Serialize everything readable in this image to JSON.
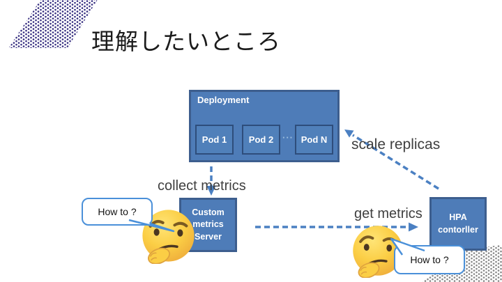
{
  "slide": {
    "title": "理解したいところ"
  },
  "diagram": {
    "deployment_box": {
      "label": "Deployment",
      "pods": [
        {
          "label": "Pod 1"
        },
        {
          "label": "Pod 2"
        },
        {
          "label": "Pod N"
        }
      ],
      "ellipsis": "···"
    },
    "custom_metrics_box": {
      "label": "Custom\nmetrics\nServer"
    },
    "hpa_box": {
      "label": "HPA\ncontorller"
    },
    "arrows": {
      "collect_metrics": {
        "label": "collect metrics",
        "direction": "deployment → custom metrics server"
      },
      "get_metrics": {
        "label": "get metrics",
        "direction": "custom metrics server → HPA controller"
      },
      "scale_replicas": {
        "label": "scale replicas",
        "direction": "HPA controller → deployment"
      }
    },
    "bubbles": {
      "left": {
        "text": "How to ?"
      },
      "right": {
        "text": "How to ?"
      }
    },
    "emojis": {
      "left": "thinking-face",
      "right": "thinking-face"
    },
    "colors": {
      "box_fill": "#4E7CB8",
      "box_border": "#3D5E8E",
      "pod_border": "#2E4D7B",
      "arrow_blue": "#4B80C2",
      "bubble_border": "#4A90D9",
      "label_text": "#3F3F3F",
      "pattern_purple": "#3B3383",
      "pattern_gray": "#8A8A8A",
      "title_text": "#1B1B1B"
    }
  }
}
